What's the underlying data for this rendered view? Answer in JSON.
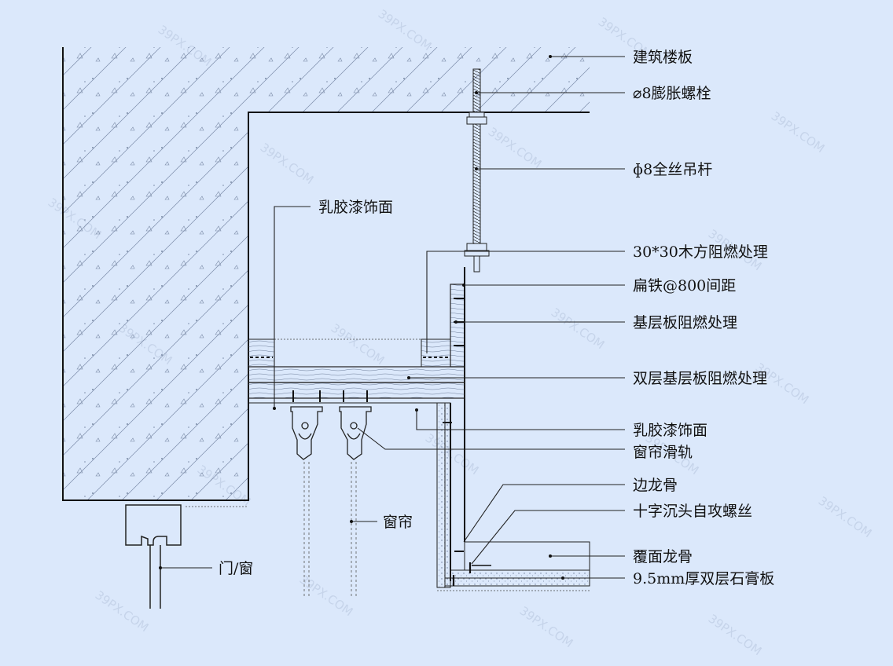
{
  "labels": {
    "floor_slab": "建筑楼板",
    "expansion_bolt": "⌀8膨胀螺栓",
    "threaded_rod": "ɸ8全丝吊杆",
    "latex_paint_top": "乳胶漆饰面",
    "wood_batten": "30*30木方阻燃处理",
    "flat_iron": "扁铁@800间距",
    "base_board": "基层板阻燃处理",
    "double_base_board": "双层基层板阻燃处理",
    "latex_paint": "乳胶漆饰面",
    "curtain_track": "窗帘滑轨",
    "edge_keel": "边龙骨",
    "cross_screw": "十字沉头自攻螺丝",
    "cover_keel": "覆面龙骨",
    "gypsum_board": "9.5mm厚双层石膏板",
    "curtain": "窗帘",
    "door_window": "门/窗"
  },
  "watermark": "39PX.COM",
  "colors": {
    "background": "#dbe8fb",
    "line": "#222222",
    "concrete": "#dbe8fb"
  }
}
